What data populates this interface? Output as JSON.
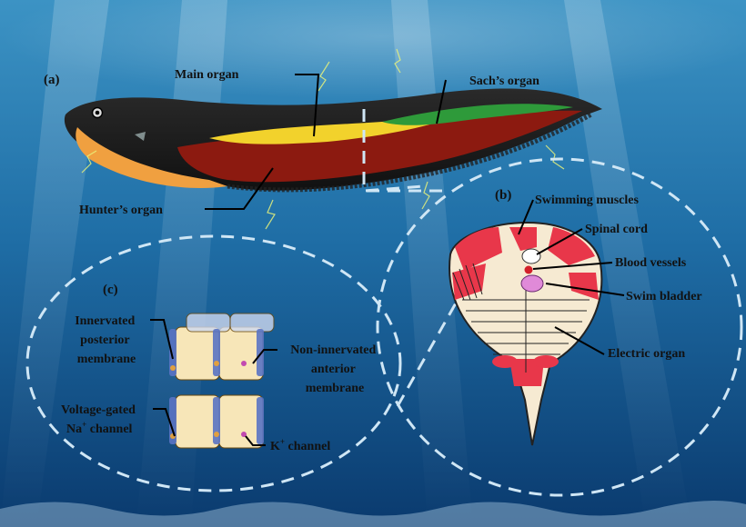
{
  "panels": {
    "a": "(a)",
    "b": "(b)",
    "c": "(c)"
  },
  "eel_labels": {
    "main_organ": "Main organ",
    "sachs_organ": "Sach’s organ",
    "hunters_organ": "Hunter’s organ"
  },
  "cross_section_labels": {
    "swimming_muscles": "Swimming muscles",
    "spinal_cord": "Spinal cord",
    "blood_vessels": "Blood vessels",
    "swim_bladder": "Swim bladder",
    "electric_organ": "Electric organ"
  },
  "cell_labels": {
    "innervated_line1": "Innervated",
    "innervated_line2": "posterior",
    "innervated_line3": "membrane",
    "non_innervated_line1": "Non-innervated",
    "non_innervated_line2": "anterior",
    "non_innervated_line3": "membrane",
    "voltage_gated_line1": "Voltage-gated",
    "na_symbol": "Na",
    "na_charge": "+",
    "na_suffix": " channel",
    "k_symbol": "K",
    "k_charge": "+",
    "k_suffix": " channel"
  },
  "colors": {
    "water_top": "#2f84b6",
    "water_bottom": "#0b3f73",
    "main_organ": "#f2d22c",
    "sachs_organ": "#2e9a3a",
    "hunters_organ": "#8c1a10",
    "belly": "#f0a040",
    "muscle": "#e8374a",
    "electric_organ_fill": "#f6ead2"
  }
}
